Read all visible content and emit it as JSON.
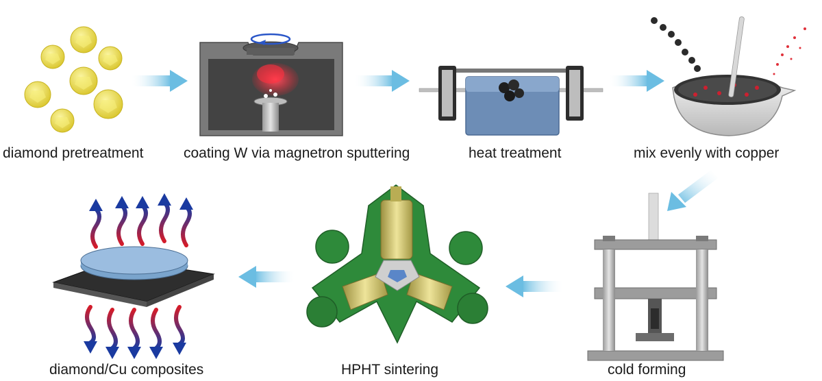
{
  "steps": [
    {
      "id": "s1",
      "label": "diamond pretreatment"
    },
    {
      "id": "s2",
      "label": "coating W via magnetron sputtering"
    },
    {
      "id": "s3",
      "label": "heat treatment"
    },
    {
      "id": "s4",
      "label": "mix evenly with copper"
    },
    {
      "id": "s5",
      "label": "cold forming"
    },
    {
      "id": "s6",
      "label": "HPHT sintering"
    },
    {
      "id": "s7",
      "label": "diamond/Cu composites"
    }
  ],
  "colors": {
    "diamond": "#f0e24a",
    "arrow": "#7cc4e4",
    "chamber": "#6b6b6b",
    "plasma": "#ff3040",
    "furnace": "#6d8db6",
    "press_green": "#2e8a3a",
    "anvil_gold": "#d9cc74",
    "heat_blue": "#1a3aa0",
    "heat_red": "#d41c2a",
    "chip_disk": "#7aa4cc"
  }
}
